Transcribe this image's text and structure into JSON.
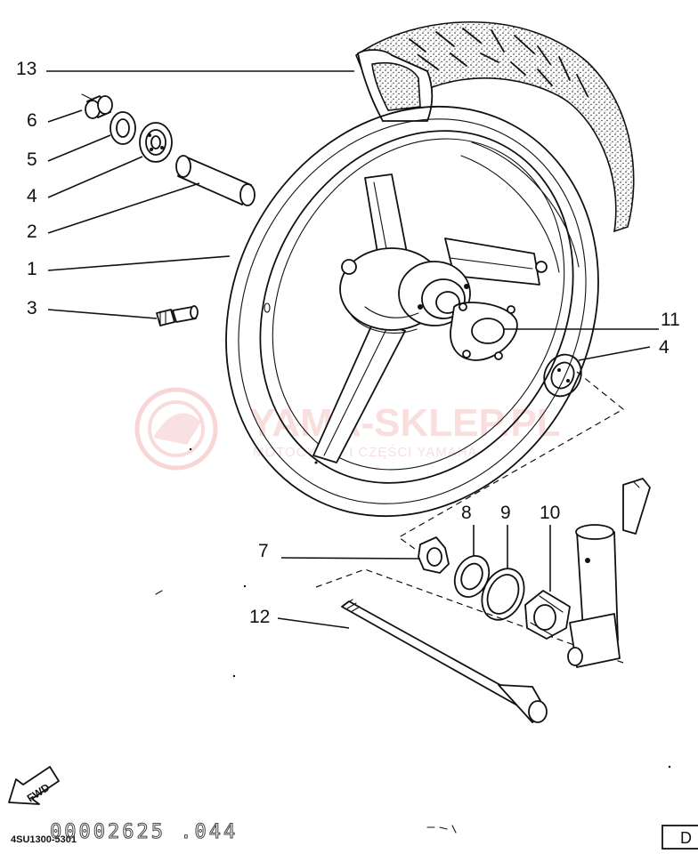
{
  "callouts": [
    {
      "id": "13",
      "text": "13"
    },
    {
      "id": "6",
      "text": "6"
    },
    {
      "id": "5",
      "text": "5"
    },
    {
      "id": "4a",
      "text": "4"
    },
    {
      "id": "2",
      "text": "2"
    },
    {
      "id": "1",
      "text": "1"
    },
    {
      "id": "3",
      "text": "3"
    },
    {
      "id": "11",
      "text": "11"
    },
    {
      "id": "4b",
      "text": "4"
    },
    {
      "id": "8",
      "text": "8"
    },
    {
      "id": "9",
      "text": "9"
    },
    {
      "id": "10",
      "text": "10"
    },
    {
      "id": "7",
      "text": "7"
    },
    {
      "id": "12",
      "text": "12"
    }
  ],
  "fwd_label": "FWD",
  "reference_code": "4SU1300-5301",
  "scan_code": "00002625 .044",
  "corner_box_label": "D",
  "watermark": {
    "title": "YAMA-SKLEP.PL",
    "subtitle": "MOTOCYKLE I CZĘŚCI YAMAHA"
  }
}
